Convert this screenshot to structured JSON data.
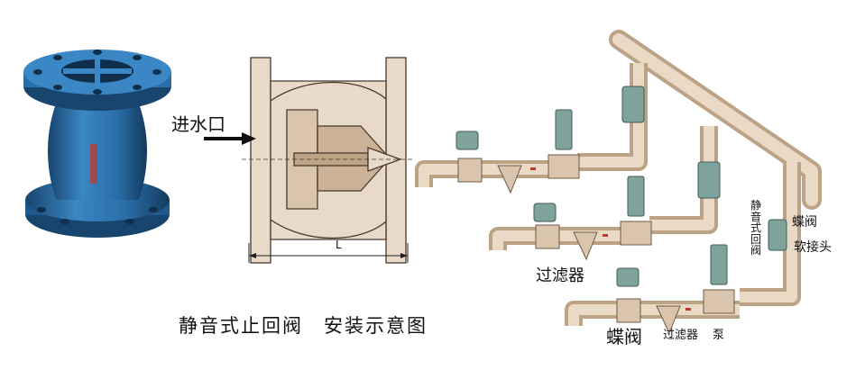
{
  "labels": {
    "inlet": "进水口",
    "dimension": "L",
    "caption": "静音式止回阀　安装示意图",
    "filter_main": "过滤器",
    "filter_small": "过滤器",
    "butterfly_bottom": "蝶阀",
    "pump": "泵",
    "butterfly_right": "蝶阀",
    "flex_joint": "软接头",
    "check_valve_vertical": "静音式回阀"
  },
  "colors": {
    "valve_blue": "#2a6ea8",
    "valve_blue_dark": "#17456e",
    "section_fill": "#e8d9c8",
    "section_line": "#4a3a2c",
    "pipe": "#e3d2bd",
    "pipe_line": "#6e5a46",
    "equipment_green": "#7fa39c",
    "flow_arrow": "#c0392b"
  },
  "icons": [
    "valve-photo-icon",
    "section-drawing-icon",
    "arrow-right-icon",
    "pipe-system-icon"
  ]
}
